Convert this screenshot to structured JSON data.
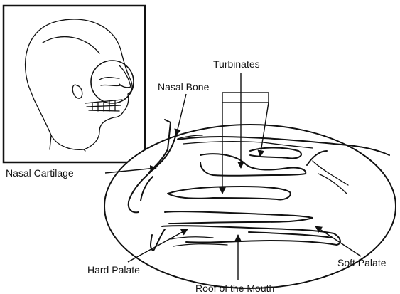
{
  "diagram": {
    "labels": {
      "turbinates": "Turbinates",
      "nasal_bone": "Nasal Bone",
      "nasal_cartilage": "Nasal Cartilage",
      "hard_palate": "Hard Palate",
      "soft_palate": "Soft Palate",
      "roof_of_mouth": "Roof of the Mouth"
    },
    "colors": {
      "ink": "#111111",
      "background": "#ffffff"
    },
    "icons": [
      "head-profile-illustration",
      "nasal-cavity-cross-section"
    ]
  }
}
